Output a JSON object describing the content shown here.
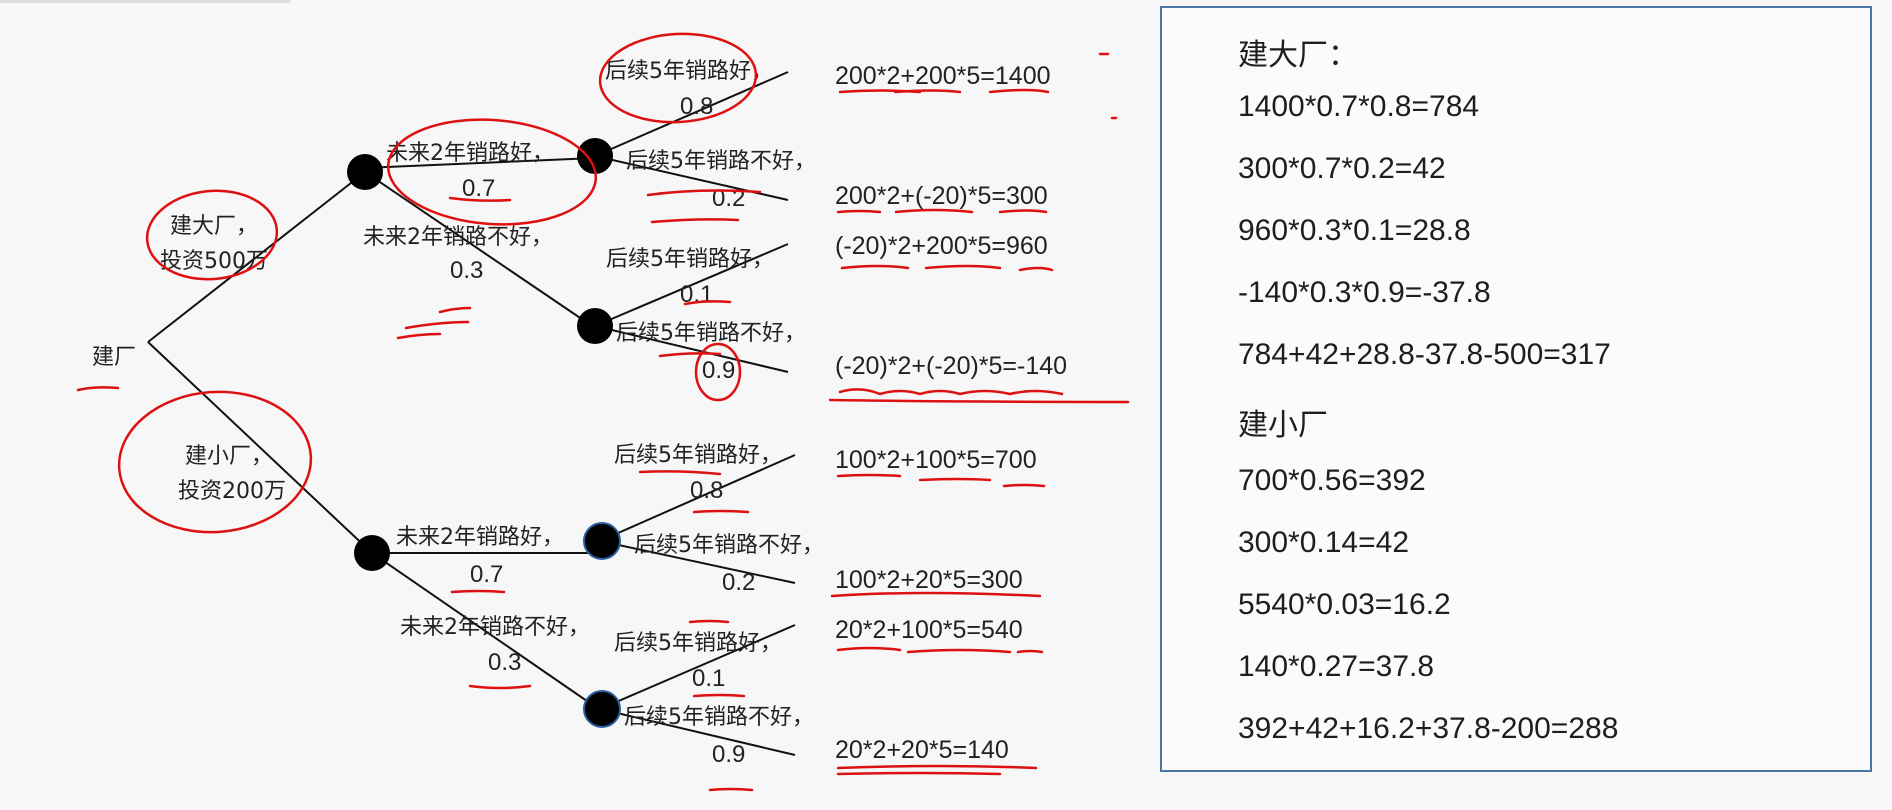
{
  "tree": {
    "root": "建厂",
    "big": {
      "branch": [
        "建大厂，",
        "投资500万"
      ],
      "good2": [
        "未来2年销路好，",
        "0.7"
      ],
      "bad2": [
        "未来2年销路不好，",
        "0.3"
      ],
      "gg": [
        "后续5年销路好，",
        "0.8"
      ],
      "gb": [
        "后续5年销路不好，",
        "0.2"
      ],
      "bg": [
        "后续5年销路好，",
        "0.1"
      ],
      "bb": [
        "后续5年销路不好，",
        "0.9"
      ],
      "payoffs": [
        "200*2+200*5=1400",
        "200*2+(-20)*5=300",
        "(-20)*2+200*5=960",
        "(-20)*2+(-20)*5=-140"
      ]
    },
    "small": {
      "branch": [
        "建小厂，",
        "投资200万"
      ],
      "good2": [
        "未来2年销路好，",
        "0.7"
      ],
      "bad2": [
        "未来2年销路不好，",
        "0.3"
      ],
      "gg": [
        "后续5年销路好，",
        "0.8"
      ],
      "gb": [
        "后续5年销路不好，",
        "0.2"
      ],
      "bg": [
        "后续5年销路好，",
        "0.1"
      ],
      "bb": [
        "后续5年销路不好，",
        "0.9"
      ],
      "payoffs": [
        "100*2+100*5=700",
        "100*2+20*5=300",
        "20*2+100*5=540",
        "20*2+20*5=140"
      ]
    }
  },
  "calc": {
    "big_title": "建大厂：",
    "big_lines": [
      "1400*0.7*0.8=784",
      "300*0.7*0.2=42",
      "960*0.3*0.1=28.8",
      "-140*0.3*0.9=-37.8",
      "784+42+28.8-37.8-500=317"
    ],
    "small_title": "建小厂",
    "small_lines": [
      "700*0.56=392",
      "300*0.14=42",
      "5540*0.03=16.2",
      "140*0.27=37.8",
      "392+42+16.2+37.8-200=288"
    ]
  },
  "colors": {
    "ink": "#111111",
    "annotation": "#dd1111",
    "panel_border": "#4a77a8",
    "node_outline": "#2a5fa0"
  }
}
